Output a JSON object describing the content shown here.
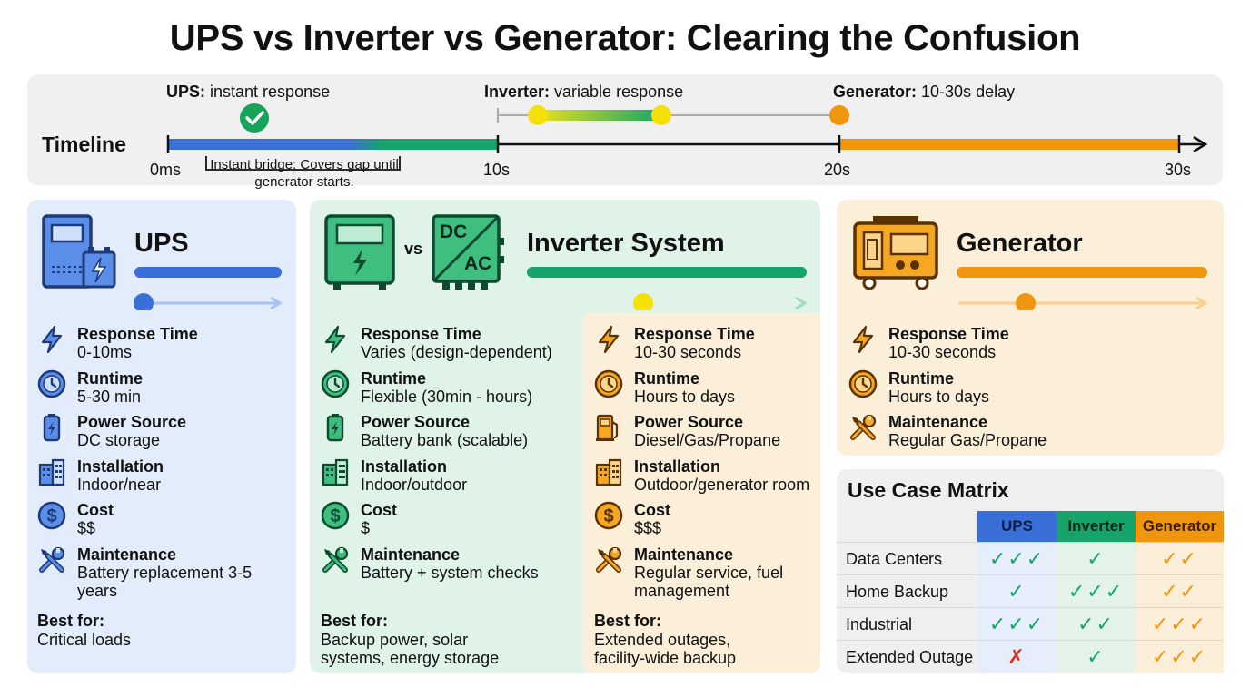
{
  "title": "UPS vs Inverter vs Generator: Clearing the Confusion",
  "colors": {
    "ups": "#3b6fd8",
    "inverter": "#16a46a",
    "generator": "#f0950e",
    "yellow": "#f5d90a"
  },
  "timeline": {
    "label": "Timeline",
    "ups_label_bold": "UPS:",
    "ups_label_rest": " instant response",
    "inverter_label_bold": "Inverter:",
    "inverter_label_rest": " variable response",
    "generator_label_bold": "Generator:",
    "generator_label_rest": " 10-30s delay",
    "ticks": [
      "0ms",
      "10s",
      "20s",
      "30s"
    ],
    "bridge_note": "Instant bridge: Covers gap until generator starts."
  },
  "ups": {
    "title": "UPS",
    "features": [
      {
        "icon": "lightning-icon",
        "title": "Response Time",
        "value": "0-10ms"
      },
      {
        "icon": "clock-icon",
        "title": "Runtime",
        "value": "5-30 min"
      },
      {
        "icon": "battery-icon",
        "title": "Power Source",
        "value": "DC storage"
      },
      {
        "icon": "building-icon",
        "title": "Installation",
        "value": "Indoor/near"
      },
      {
        "icon": "dollar-icon",
        "title": "Cost",
        "value": "$$"
      },
      {
        "icon": "tools-icon",
        "title": "Maintenance",
        "value": "Battery replacement 3-5",
        "value2": "years"
      }
    ],
    "best_for_label": "Best for:",
    "best_for": [
      "Critical loads"
    ]
  },
  "inverter": {
    "title": "Inverter System",
    "vs": "vs",
    "dc": "DC",
    "ac": "AC",
    "features": [
      {
        "icon": "lightning-icon",
        "title": "Response Time",
        "value": "Varies (design-dependent)"
      },
      {
        "icon": "clock-icon",
        "title": "Runtime",
        "value": "Flexible (30min - hours)"
      },
      {
        "icon": "battery-icon",
        "title": "Power Source",
        "value": "Battery bank (scalable)"
      },
      {
        "icon": "building-icon",
        "title": "Installation",
        "value": "Indoor/outdoor"
      },
      {
        "icon": "dollar-icon",
        "title": "Cost",
        "value": "$"
      },
      {
        "icon": "tools-icon",
        "title": "Maintenance",
        "value": "Battery + system checks"
      }
    ],
    "best_for_label": "Best for:",
    "best_for": [
      "Backup power, solar",
      "systems, energy storage"
    ]
  },
  "generator_detail": {
    "features": [
      {
        "icon": "lightning-icon",
        "title": "Response Time",
        "value": "10-30 seconds"
      },
      {
        "icon": "clock-icon",
        "title": "Runtime",
        "value": "Hours to days"
      },
      {
        "icon": "fuel-pump-icon",
        "title": "Power Source",
        "value": "Diesel/Gas/Propane"
      },
      {
        "icon": "building-icon",
        "title": "Installation",
        "value": "Outdoor/generator room"
      },
      {
        "icon": "dollar-icon",
        "title": "Cost",
        "value": "$$$"
      },
      {
        "icon": "tools-icon",
        "title": "Maintenance",
        "value": "Regular service, fuel",
        "value2": "management"
      }
    ],
    "best_for_label": "Best for:",
    "best_for": [
      "Extended outages,",
      "facility-wide backup"
    ]
  },
  "generator": {
    "title": "Generator",
    "features": [
      {
        "icon": "lightning-icon",
        "title": "Response Time",
        "value": "10-30 seconds"
      },
      {
        "icon": "clock-icon",
        "title": "Runtime",
        "value": "Hours to days"
      },
      {
        "icon": "tools-icon",
        "title": "Maintenance",
        "value": "Regular Gas/Propane"
      }
    ]
  },
  "matrix": {
    "title": "Use Case Matrix",
    "headers": [
      "UPS",
      "Inverter",
      "Generator"
    ],
    "rows": [
      {
        "label": "Data Centers",
        "ups": "✓✓✓",
        "inv": "✓",
        "gen": "✓✓"
      },
      {
        "label": "Home Backup",
        "ups": "✓",
        "inv": "✓✓✓",
        "gen": "✓✓"
      },
      {
        "label": "Industrial",
        "ups": "✓✓✓",
        "inv": "✓✓",
        "gen": "✓✓✓"
      },
      {
        "label": "Extended Outage",
        "ups": "✗",
        "inv": "✓",
        "gen": "✓✓✓"
      }
    ]
  }
}
